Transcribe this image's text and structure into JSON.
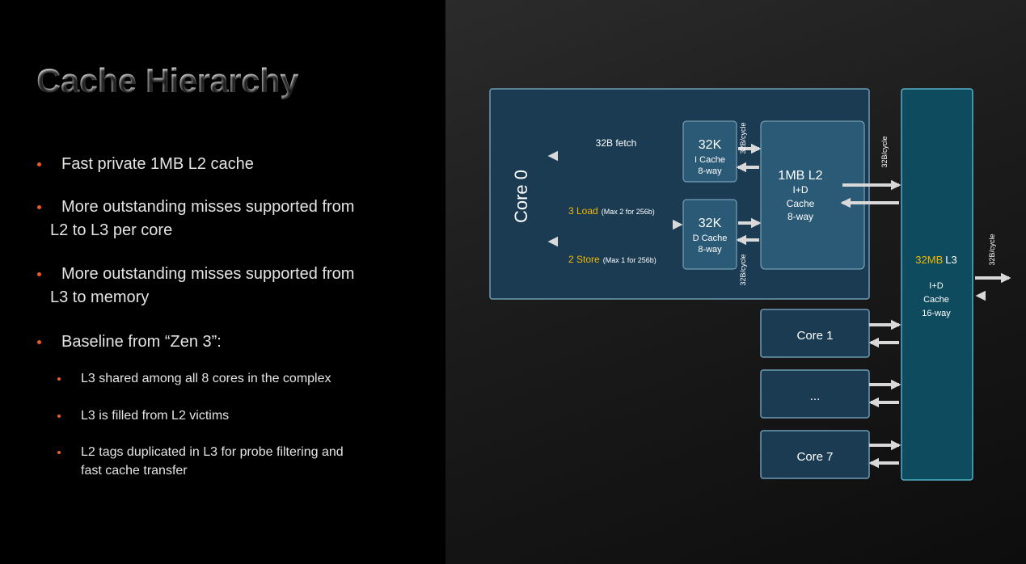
{
  "slide": {
    "title": "Cache Hierarchy",
    "bullets": [
      {
        "text": "Fast private 1MB L2 cache"
      },
      {
        "line1": "More outstanding misses supported from",
        "line2": "L2 to L3 per core"
      },
      {
        "line1": "More outstanding misses supported from",
        "line2": "L3 to memory"
      },
      {
        "text": "Baseline from “Zen 3”:"
      }
    ],
    "sub_bullets": [
      {
        "text": "L3 shared among all 8 cores in the complex"
      },
      {
        "text": "L3 is filled from L2 victims"
      },
      {
        "line1": "L2 tags duplicated in L3 for probe filtering and",
        "line2": "fast cache transfer"
      }
    ]
  },
  "diagram": {
    "core0": {
      "label": "Core 0"
    },
    "fetch": {
      "label": "32B fetch"
    },
    "load": {
      "count": "3 Load",
      "note": "(Max 2 for 256b)"
    },
    "store": {
      "count": "2 Store",
      "note": "(Max 1 for 256b)"
    },
    "icache": {
      "size": "32K",
      "name": "I Cache",
      "ways": "8-way"
    },
    "dcache": {
      "size": "32K",
      "name": "D Cache",
      "ways": "8-way"
    },
    "l2": {
      "size": "1MB L2",
      "type": "I+D",
      "name": "Cache",
      "ways": "8-way"
    },
    "l3": {
      "size": "32MB",
      "level": "L3",
      "type": "I+D",
      "name": "Cache",
      "ways": "16-way"
    },
    "bw_icache": "32B/cycle",
    "bw_dcache": "32B/cycle",
    "bw_l2_l3": "32B/cycle",
    "bw_l3_mem": "32B/cycle",
    "cores": [
      {
        "label": "Core 1"
      },
      {
        "label": "..."
      },
      {
        "label": "Core 7"
      }
    ]
  },
  "colors": {
    "accent_orange": "#f15a22",
    "highlight_yellow": "#f5b800",
    "box_fill": "#1a3b52",
    "box_border": "#6e9bb5",
    "l3_fill": "#0f4b5e",
    "l3_border": "#4fb3c6"
  }
}
